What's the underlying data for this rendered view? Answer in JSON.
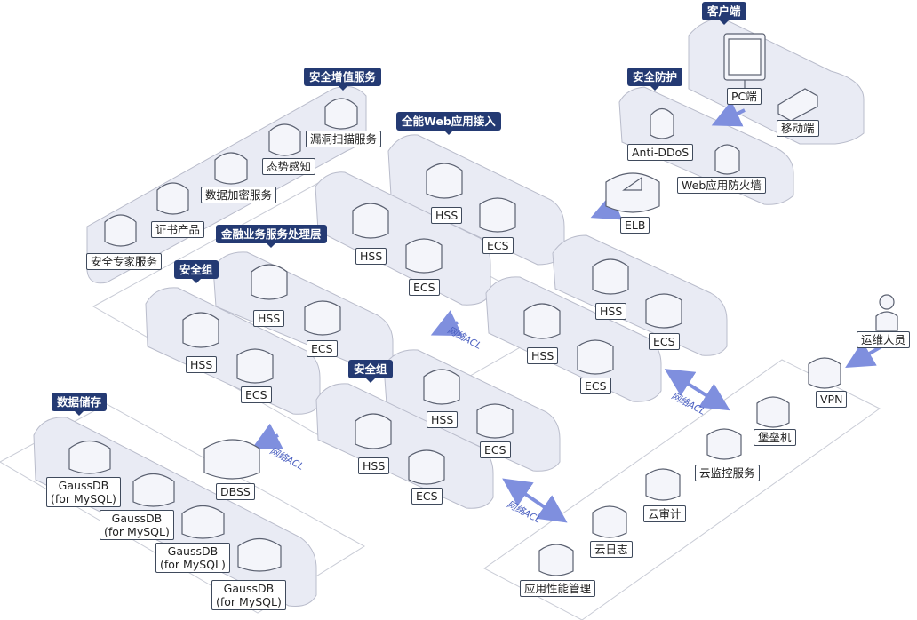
{
  "groups": {
    "client": "客户端",
    "security_protect": "安全防护",
    "security_value_added": "安全增值服务",
    "waf_access": "全能Web应用接入",
    "finance_layer": "金融业务服务处理层",
    "security_group": "安全组",
    "data_storage": "数据储存"
  },
  "nodes": {
    "pc": "PC端",
    "mobile": "移动端",
    "anti_ddos": "Anti-DDoS",
    "waf": "Web应用防火墙",
    "elb": "ELB",
    "vuln_scan": "漏洞扫描服务",
    "situation": "态势感知",
    "data_encrypt": "数据加密服务",
    "cert": "证书产品",
    "expert": "安全专家服务",
    "hss": "HSS",
    "ecs": "ECS",
    "dbss": "DBSS",
    "gaussdb_line1": "GaussDB",
    "gaussdb_line2": "(for MySQL)",
    "ops": "运维人员",
    "vpn": "VPN",
    "bastion": "堡垒机",
    "cloud_monitor": "云监控服务",
    "cloud_audit": "云审计",
    "cloud_log": "云日志",
    "apm": "应用性能管理"
  },
  "acl": "网络ACL",
  "colors": {
    "tag_bg": "#243a73",
    "platform": "#e9ebf4",
    "platform_edge": "#b9bccb",
    "arrow": "#7f8fde",
    "icon_body": "#f4f5fa"
  }
}
